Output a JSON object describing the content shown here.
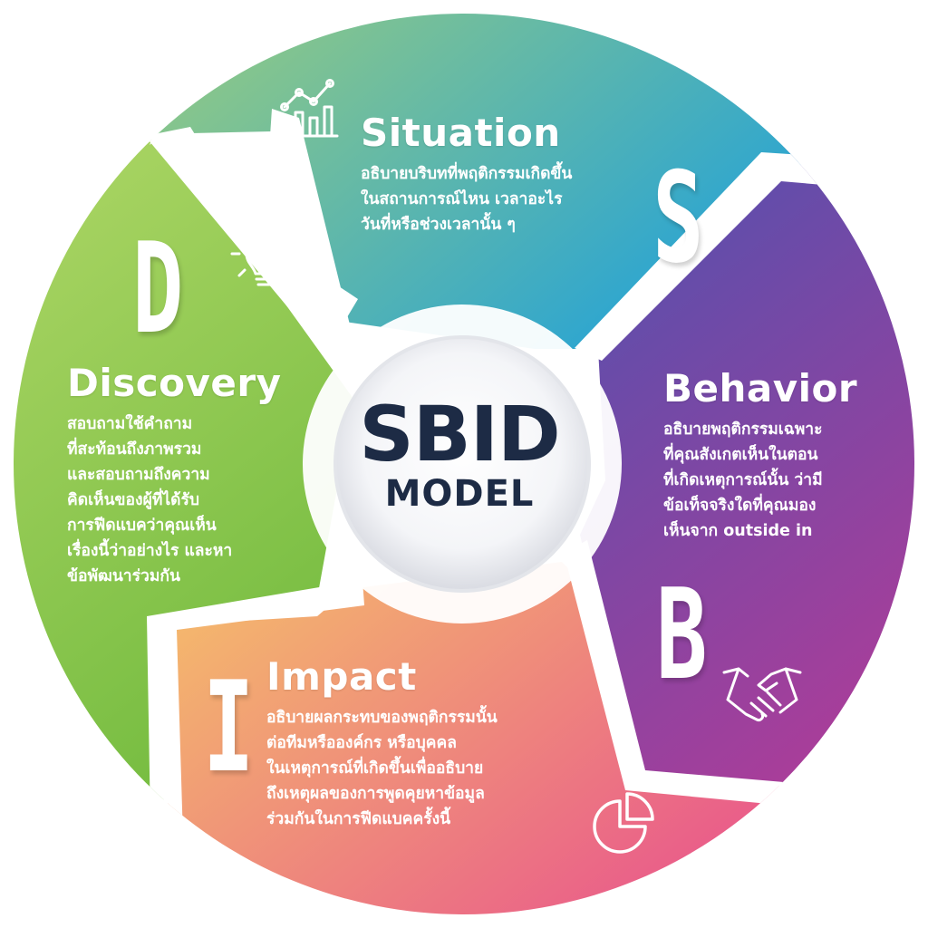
{
  "center": {
    "title": "SBID",
    "subtitle": "MODEL"
  },
  "sections": {
    "situation": {
      "letter": "S",
      "title": "Situation",
      "desc": [
        "อธิบายบริบทที่พฤติกรรมเกิดขึ้น",
        "ในสถานการณ์ไหน เวลาอะไร",
        "วันที่หรือช่วงเวลานั้น ๆ"
      ],
      "icon": "chart-icon",
      "color_start": "#9fce7a",
      "color_end": "#1ea0dc"
    },
    "behavior": {
      "letter": "B",
      "title": "Behavior",
      "desc": [
        "อธิบายพฤติกรรมเฉพาะ",
        "ที่คุณสังเกตเห็นในตอน",
        "ที่เกิดเหตุการณ์นั้น ว่ามี",
        "ข้อเท็จจริงใดที่คุณมอง",
        "เห็นจาก outside in"
      ],
      "icon": "handshake-icon",
      "color_start": "#3d55b3",
      "color_end": "#b03c98"
    },
    "impact": {
      "letter": "I",
      "title": "Impact",
      "desc": [
        "อธิบายผลกระทบของพฤติกรรมนั้น",
        "ต่อทีมหรือองค์กร หรือบุคคล",
        "ในเหตุการณ์ที่เกิดขึ้นเพื่ออธิบาย",
        "ถึงเหตุผลของการพูดคุยหาข้อมูล",
        "ร่วมกันในการฟีดแบคครั้งนี้"
      ],
      "icon": "pie-chart-icon",
      "color_start": "#f5c06a",
      "color_end": "#e8508e"
    },
    "discovery": {
      "letter": "D",
      "title": "Discovery",
      "desc": [
        "สอบถามใช้คำถาม",
        "ที่สะท้อนถึงภาพรวม",
        "และสอบถามถึงความ",
        "คิดเห็นของผู้ที่ได้รับ",
        "การฟีดแบคว่าคุณเห็น",
        "เรื่องนี้ว่าอย่างไร และหา",
        "ข้อพัฒนาร่วมกัน"
      ],
      "icon": "lightbulb-icon",
      "color_start": "#b4d96a",
      "color_end": "#6cb83a"
    }
  }
}
